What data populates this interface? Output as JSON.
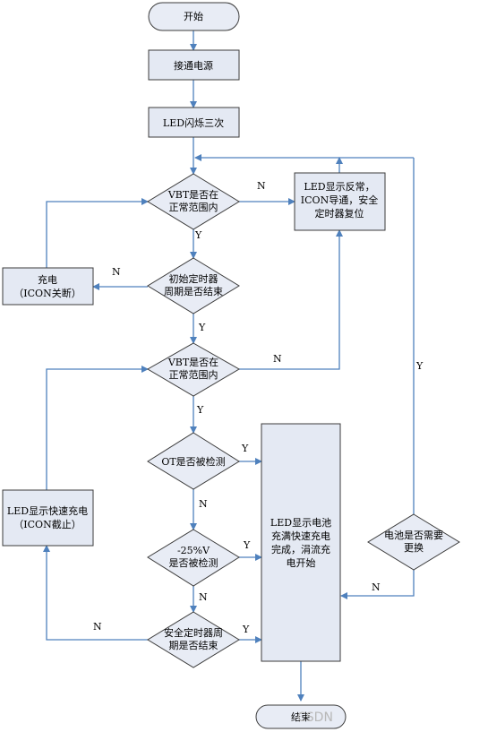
{
  "nodes": {
    "start": "开始",
    "power_on": "接通电源",
    "led_flash": "LED闪烁三次",
    "vbt_check_1": [
      "VBT是否在",
      "正常范围内"
    ],
    "led_abnormal": [
      "LED显示反常，",
      "ICON导通，安全",
      "定时器复位"
    ],
    "charge": [
      "充电",
      "（ICON关断）"
    ],
    "init_timer": [
      "初始定时器",
      "周期是否结束"
    ],
    "vbt_check_2": [
      "VBT是否在",
      "正常范围内"
    ],
    "ot_check": "OT是否被检测",
    "fast_charge": [
      "LED显示快速充电",
      "（ICON截止）"
    ],
    "full_charge": [
      "LED显示电池",
      "充满快速充电",
      "完成，涓流充",
      "电开始"
    ],
    "battery_replace": [
      "电池是否需要",
      "更换"
    ],
    "dv_check": [
      "-25%V",
      "是否被检测"
    ],
    "safety_timer": [
      "安全定时器周",
      "期是否结束"
    ],
    "end": "结束"
  },
  "edge_labels": {
    "y": "Y",
    "n": "N"
  },
  "watermark": "CSDN"
}
